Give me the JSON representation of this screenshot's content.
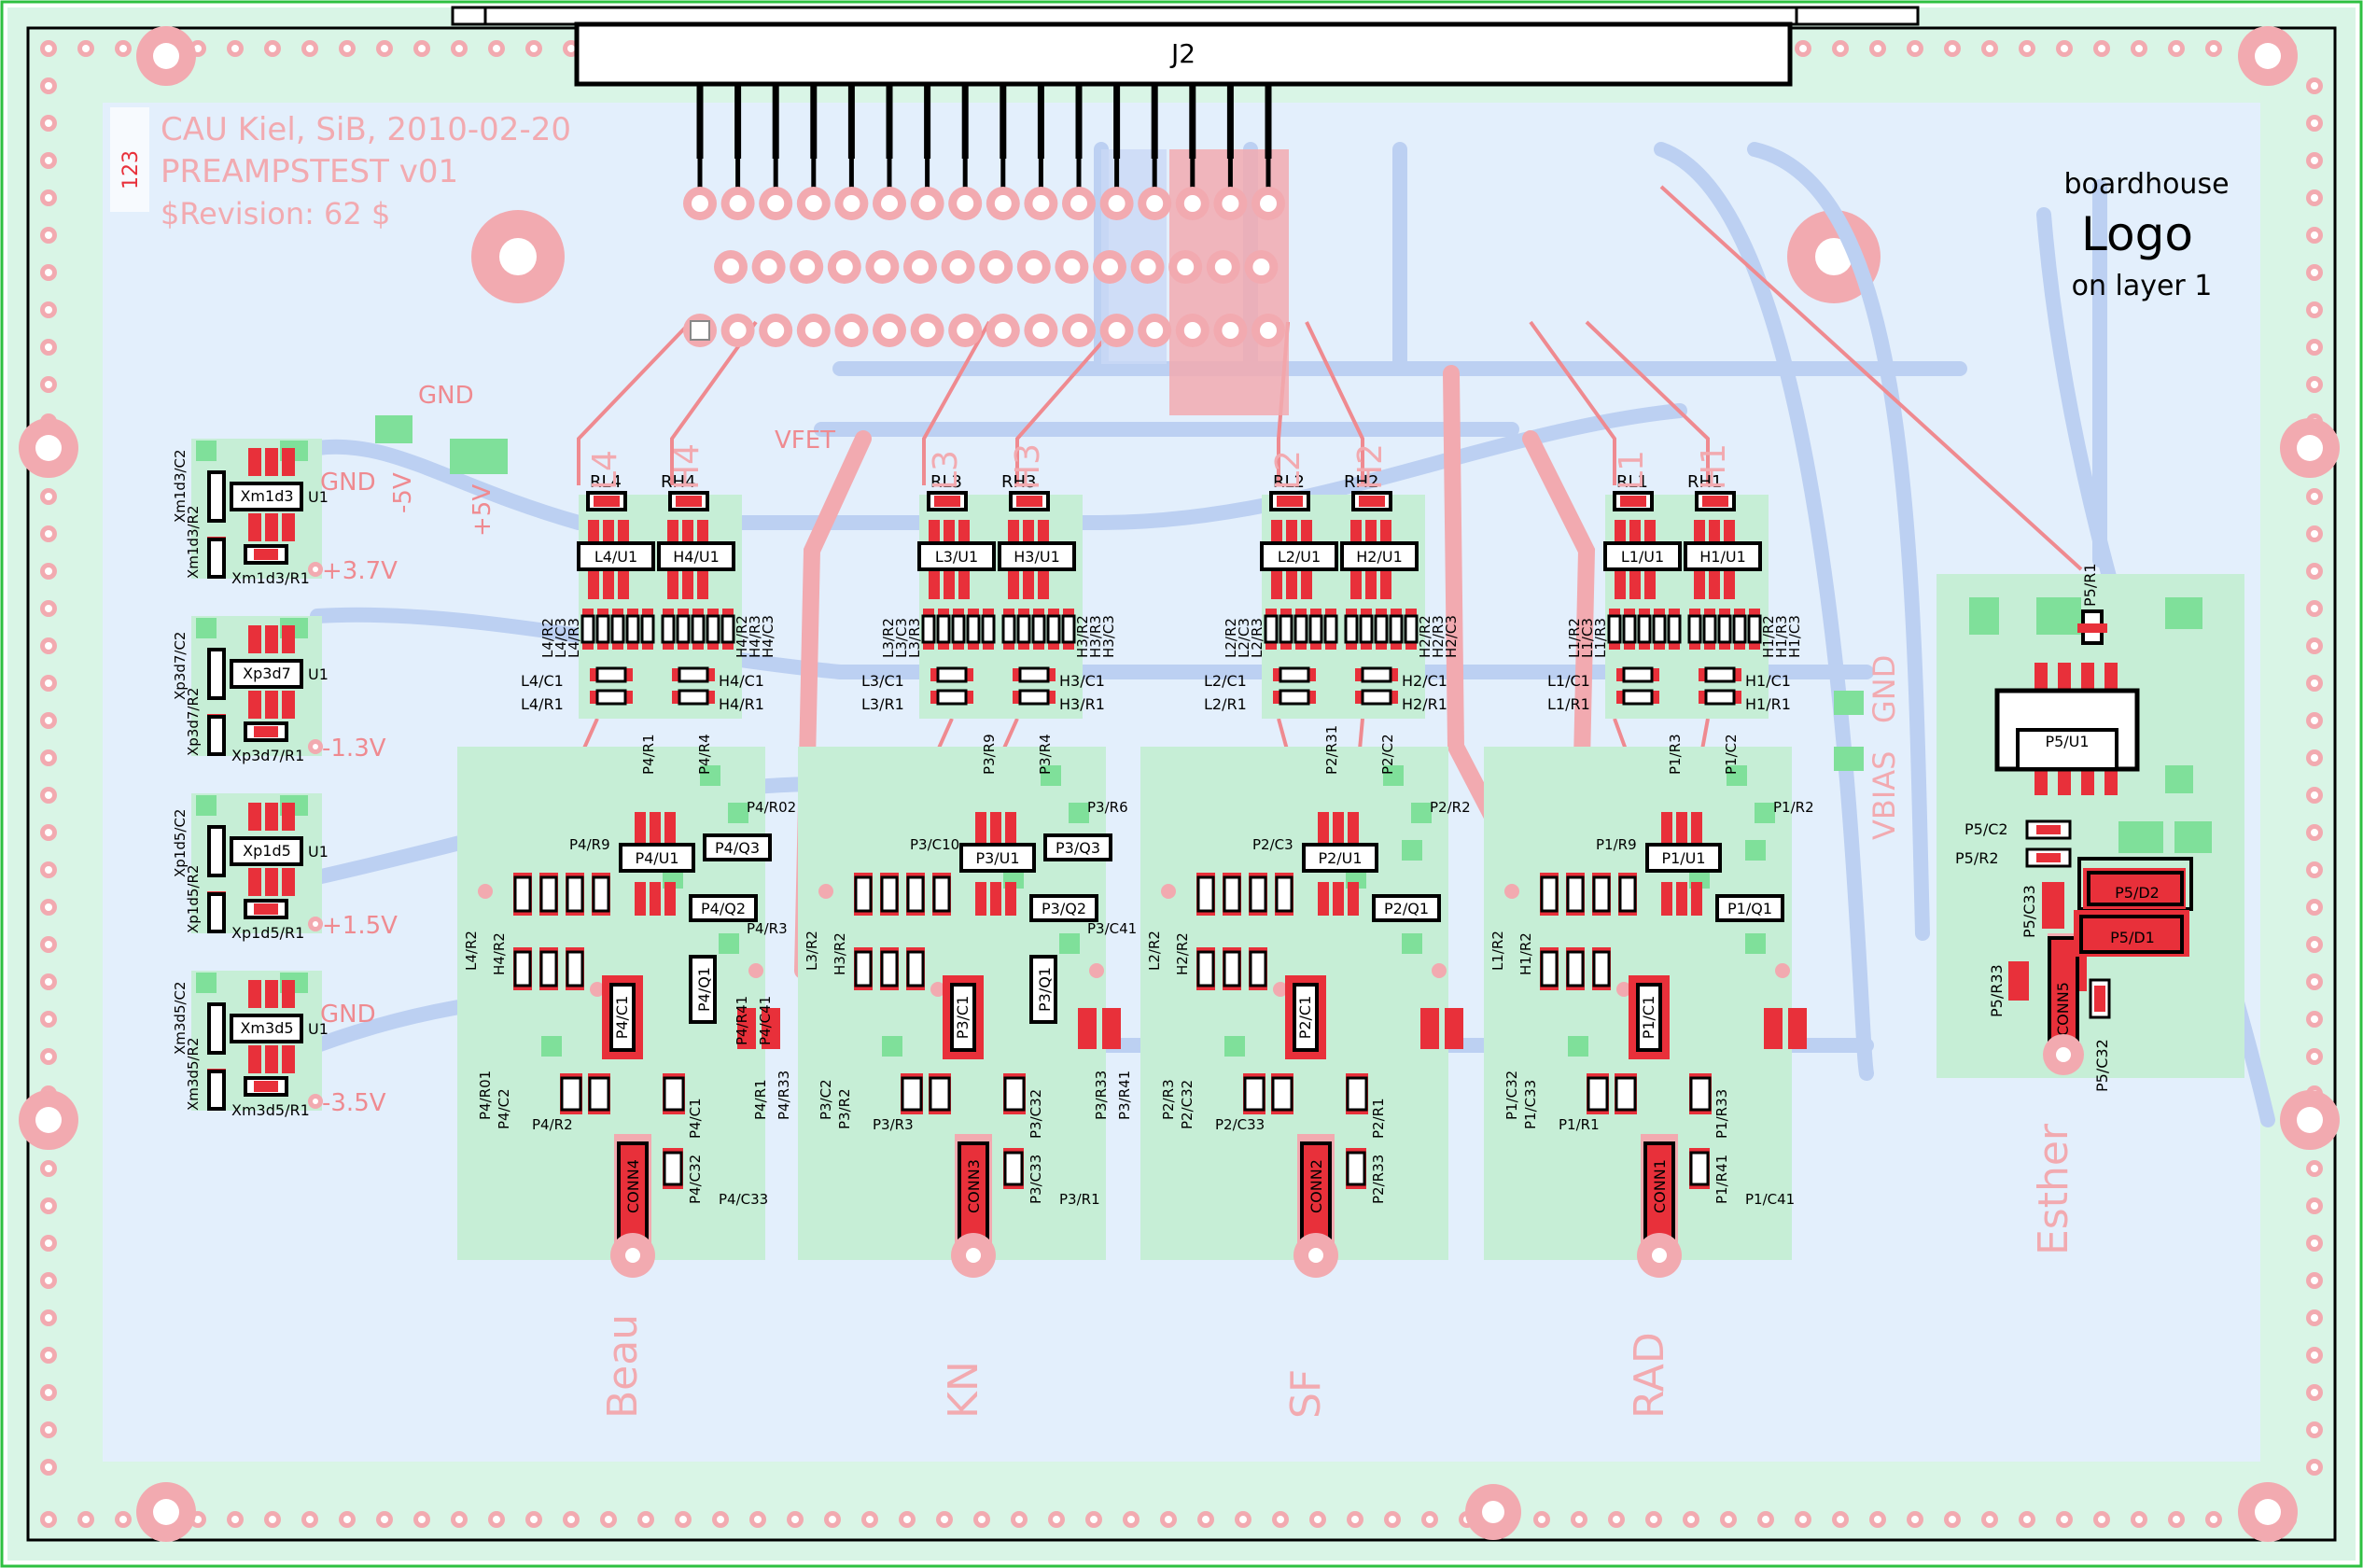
{
  "colors": {
    "background": "#ffffff",
    "board_fill": "#d9f5e6",
    "inner_fill": "#e3effc",
    "ground_pour": "#c6eed6",
    "copper_red": "#e8303a",
    "copper_light": "#f2aab0",
    "trace_red": "#ef8a90",
    "trace_blue": "#bcd0f2",
    "silk": "#000000",
    "via_fill": "#ffffff",
    "pad_green": "#7fe09a",
    "edge_green": "#2ec040"
  },
  "header": {
    "lines": [
      "CAU Kiel, SiB, 2010-02-20",
      "PREAMPSTEST  v01",
      "$Revision: 62 $"
    ],
    "layer_icon": "123"
  },
  "connector": {
    "label": "J2"
  },
  "logo_note": {
    "line1": "boardhouse",
    "line2": "Logo",
    "line3": "on layer 1"
  },
  "rails": {
    "pcb_labels": [
      "GND",
      "-5V",
      "+5V",
      "VFET"
    ],
    "regulators": [
      {
        "c2": "Xm1d3/C2",
        "r2": "Xm1d3/R2",
        "u1": "Xm1d3",
        "u1_suffix": "U1",
        "r1": "Xm1d3/R1",
        "top_label": "GND",
        "voltage": "+3.7V"
      },
      {
        "c2": "Xp3d7/C2",
        "r2": "Xp3d7/R2",
        "u1": "Xp3d7",
        "u1_suffix": "U1",
        "r1": "Xp3d7/R1",
        "top_label": "",
        "voltage": "-1.3V"
      },
      {
        "c2": "Xp1d5/C2",
        "r2": "Xp1d5/R2",
        "u1": "Xp1d5",
        "u1_suffix": "U1",
        "r1": "Xp1d5/R1",
        "top_label": "",
        "voltage": "+1.5V"
      },
      {
        "c2": "Xm3d5/C2",
        "r2": "Xm3d5/R2",
        "u1": "Xm3d5",
        "u1_suffix": "U1",
        "r1": "Xm3d5/R1",
        "top_label": "GND",
        "voltage": "-3.5V"
      }
    ]
  },
  "channels": [
    {
      "id": "4",
      "name": "Beau",
      "l": {
        "rl": "RL4",
        "big": "L4",
        "u1": "L4/U1",
        "stack": [
          "L4/R2",
          "L4/C3",
          "L4/R3"
        ],
        "c1": "L4/C1",
        "r1": "L4/R1"
      },
      "h": {
        "rh": "RH4",
        "big": "H4",
        "u1": "H4/U1",
        "stack": [
          "H4/R2",
          "H4/R3",
          "H4/C3"
        ],
        "c1": "H4/C1",
        "r1": "H4/R1"
      },
      "amp": {
        "u1": "P4/U1",
        "q3": "P4/Q3",
        "q2": "P4/Q2",
        "q1": "P4/Q1",
        "c1": "P4/C1",
        "conn": "CONN4",
        "labels": [
          "L4/R2",
          "H4/R2",
          "P4/R9",
          "P4/R1",
          "P4/R4",
          "P4/R02",
          "P4/R01",
          "P4/C2",
          "P4/R2",
          "P4/C1",
          "P4/C32",
          "P4/C33",
          "P4/R1",
          "P4/R33",
          "P4/R3",
          "P4/R41",
          "P4/C41"
        ]
      }
    },
    {
      "id": "3",
      "name": "KN",
      "l": {
        "rl": "RL3",
        "big": "L3",
        "u1": "L3/U1",
        "stack": [
          "L3/R2",
          "L3/C3",
          "L3/R3"
        ],
        "c1": "L3/C1",
        "r1": "L3/R1"
      },
      "h": {
        "rh": "RH3",
        "big": "H3",
        "u1": "H3/U1",
        "stack": [
          "H3/R2",
          "H3/R3",
          "H3/C3"
        ],
        "c1": "H3/C1",
        "r1": "H3/R1"
      },
      "amp": {
        "u1": "P3/U1",
        "q3": "P3/Q3",
        "q2": "P3/Q2",
        "q1": "P3/Q1",
        "c1": "P3/C1",
        "conn": "CONN3",
        "labels": [
          "L3/R2",
          "H3/R2",
          "P3/C10",
          "P3/R9",
          "P3/R4",
          "P3/R6",
          "P3/C2",
          "P3/R2",
          "P3/R3",
          "P3/C32",
          "P3/C33",
          "P3/R1",
          "P3/R33",
          "P3/R41",
          "P3/C41"
        ]
      }
    },
    {
      "id": "2",
      "name": "SF",
      "l": {
        "rl": "RL2",
        "big": "L2",
        "u1": "L2/U1",
        "stack": [
          "L2/R2",
          "L2/C3",
          "L2/R3"
        ],
        "c1": "L2/C1",
        "r1": "L2/R1"
      },
      "h": {
        "rh": "RH2",
        "big": "H2",
        "u1": "H2/U1",
        "stack": [
          "H2/R2",
          "H2/R3",
          "H2/C3"
        ],
        "c1": "H2/C1",
        "r1": "H2/R1"
      },
      "amp": {
        "u1": "P2/U1",
        "q3": "",
        "q2": "P2/Q1",
        "q1": "",
        "c1": "P2/C1",
        "conn": "CONN2",
        "labels": [
          "L2/R2",
          "H2/R2",
          "P2/C3",
          "P2/R31",
          "P2/C2",
          "P2/R2",
          "P2/R3",
          "P2/C32",
          "P2/C33",
          "P2/R1",
          "P2/R33"
        ]
      }
    },
    {
      "id": "1",
      "name": "RAD",
      "l": {
        "rl": "RL1",
        "big": "L1",
        "u1": "L1/U1",
        "stack": [
          "L1/R2",
          "L1/C3",
          "L1/R3"
        ],
        "c1": "L1/C1",
        "r1": "L1/R1"
      },
      "h": {
        "rh": "RH1",
        "big": "H1",
        "u1": "H1/U1",
        "stack": [
          "H1/R2",
          "H1/R3",
          "H1/C3"
        ],
        "c1": "H1/C1",
        "r1": "H1/R1"
      },
      "amp": {
        "u1": "P1/U1",
        "q3": "",
        "q2": "P1/Q1",
        "q1": "",
        "c1": "P1/C1",
        "conn": "CONN1",
        "labels": [
          "L1/R2",
          "H1/R2",
          "P1/R9",
          "P1/R3",
          "P1/C2",
          "P1/R2",
          "P1/C32",
          "P1/C33",
          "P1/R1",
          "P1/R33",
          "P1/R41",
          "P1/C41"
        ]
      }
    }
  ],
  "side_labels": {
    "gnd": "GND",
    "vbias": "VBIAS"
  },
  "channel5": {
    "name": "Esther",
    "u1": "P5/U1",
    "r1": "P5/R1",
    "c2": "P5/C2",
    "r2": "P5/R2",
    "c33": "P5/C33",
    "r33": "P5/R33",
    "c32": "P5/C32",
    "d1": "P5/D1",
    "d2": "P5/D2",
    "conn": "CONN5"
  }
}
